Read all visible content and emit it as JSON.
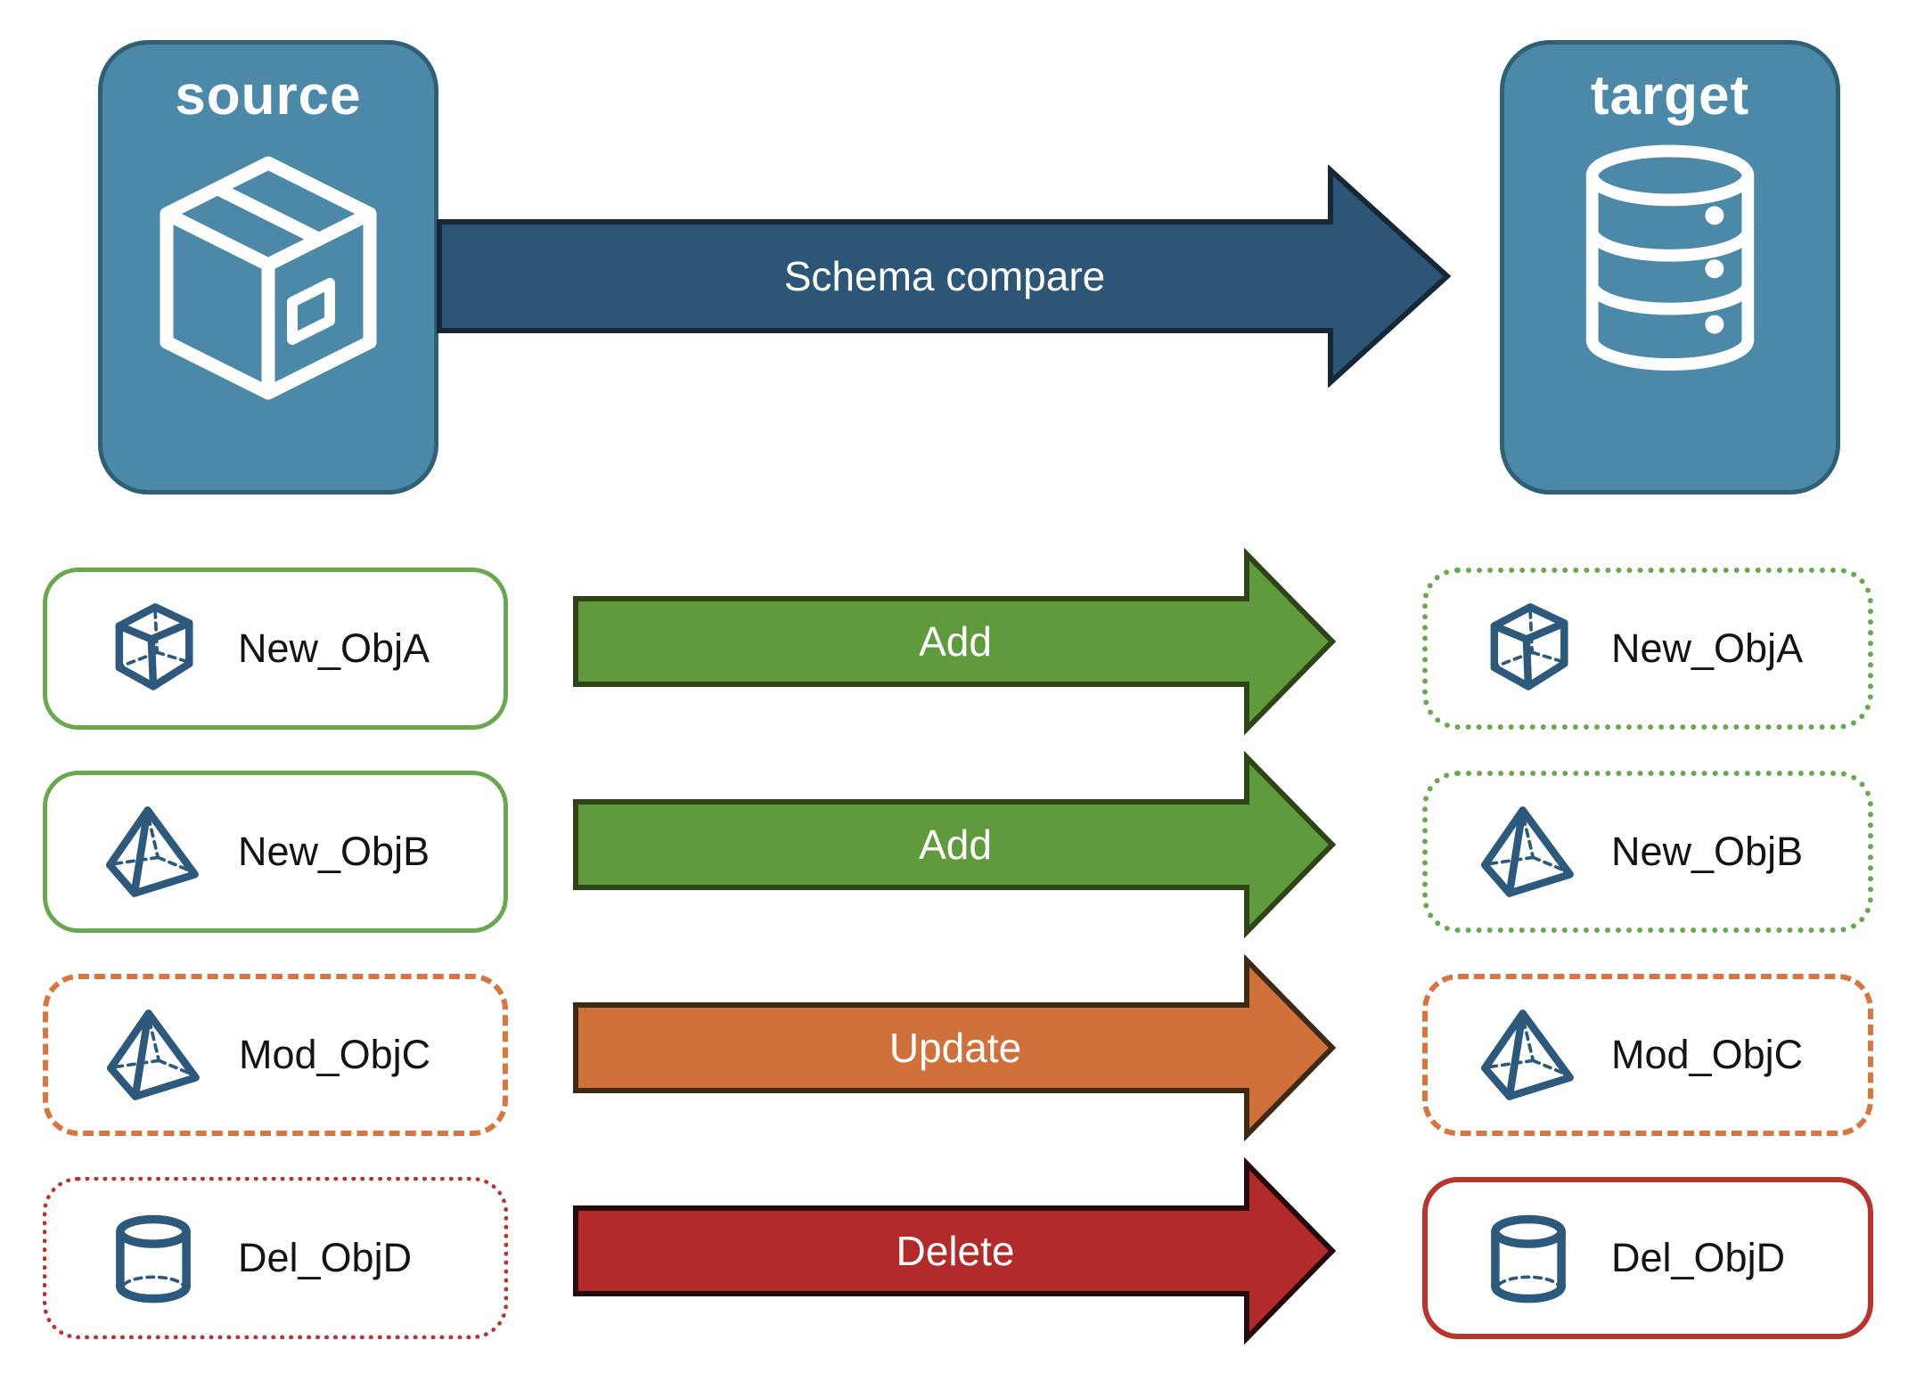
{
  "nodes": {
    "source": {
      "label": "source",
      "icon": "package-icon"
    },
    "target": {
      "label": "target",
      "icon": "database-icon"
    }
  },
  "main_arrow": {
    "label": "Schema compare"
  },
  "rows": [
    {
      "name": "New_ObjA",
      "action": "Add",
      "icon": "cube-icon",
      "status": "new"
    },
    {
      "name": "New_ObjB",
      "action": "Add",
      "icon": "pyramid-icon",
      "status": "new"
    },
    {
      "name": "Mod_ObjC",
      "action": "Update",
      "icon": "pyramid-icon",
      "status": "modified"
    },
    {
      "name": "Del_ObjD",
      "action": "Delete",
      "icon": "cylinder-icon",
      "status": "deleted"
    }
  ],
  "colors": {
    "node_fill": "#4c89a8",
    "node_border": "#2f6076",
    "node_label_color": "#ffffff",
    "main_arrow_fill": "#2d5575",
    "main_arrow_outline": "#162737",
    "add_fill": "#5f9b3c",
    "add_outline": "#2c4416",
    "new_box_border": "#6aa84f",
    "update_fill": "#d0713c",
    "update_outline": "#3e2a12",
    "mod_box_border": "#d9753f",
    "delete_fill": "#b22a2a",
    "delete_outline": "#250b0b",
    "del_box_border": "#b8352c",
    "icon_blue": "#2d5a7c",
    "label_color": "#141414",
    "arrow_label_color": "#ffffff"
  }
}
